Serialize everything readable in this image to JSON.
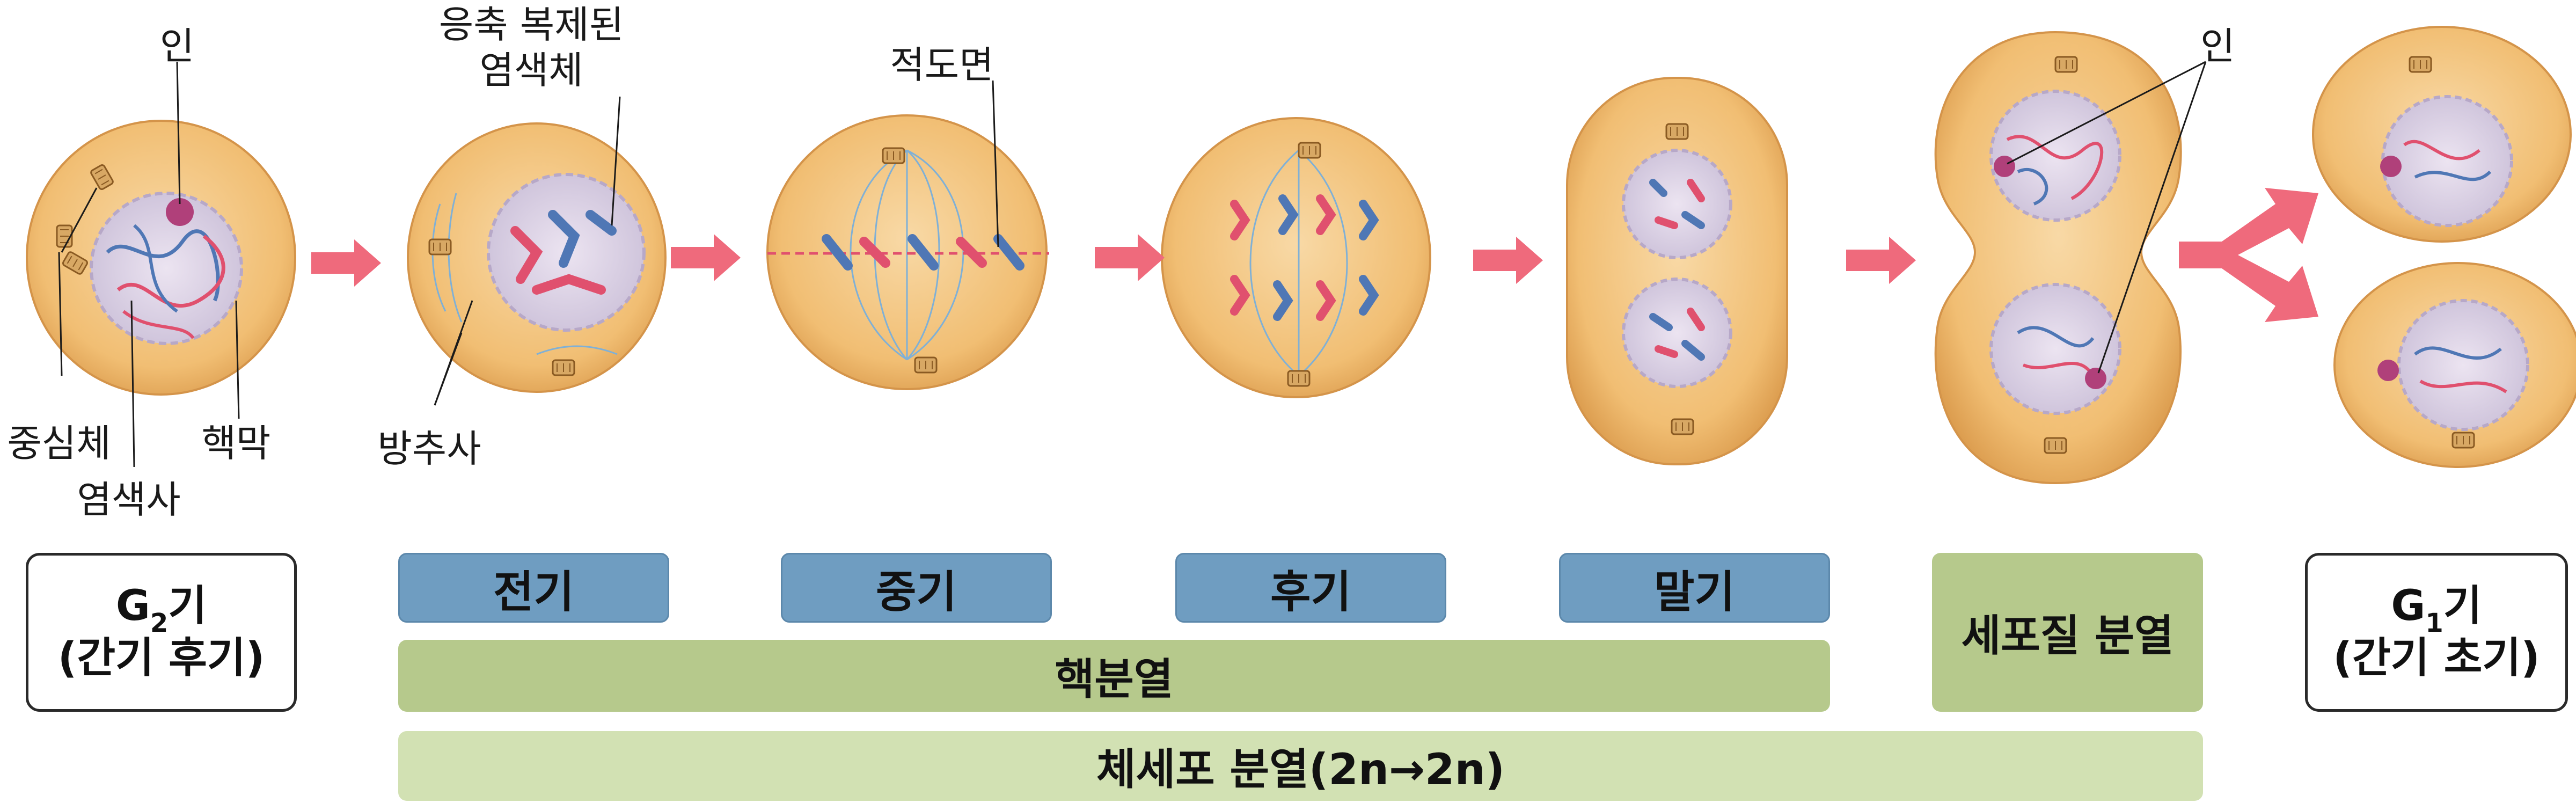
{
  "labels": {
    "nucleolus_left": "인",
    "condensed_chromosome_line1": "응축 복제된",
    "condensed_chromosome_line2": "염색체",
    "metaphase_plate": "적도면",
    "nucleolus_right": "인",
    "centrosome": "중심체",
    "chromatin": "염색사",
    "nuclear_envelope": "핵막",
    "spindle": "방추사"
  },
  "stage_left": {
    "g": "G",
    "sub": "2",
    "suffix": "기",
    "line2": "(간기 후기)"
  },
  "stage_right": {
    "g": "G",
    "sub": "1",
    "suffix": "기",
    "line2": "(간기 초기)"
  },
  "phases": [
    "전기",
    "중기",
    "후기",
    "말기"
  ],
  "cytokinesis": "세포질 분열",
  "karyokinesis": "핵분열",
  "mitosis": "체세포 분열(2n→2n)",
  "colors": {
    "cell_fill": "#f3c27c",
    "cell_edge": "#d89a4a",
    "nucleus_fill": "#ddd3e6",
    "chromosome_red": "#e0506e",
    "chromosome_blue": "#4f77b5",
    "arrow_pink": "#ef6a7c",
    "phase_blue": "#6f9dc1",
    "green": "#b6c98c",
    "light_green": "#d2e1b3"
  }
}
